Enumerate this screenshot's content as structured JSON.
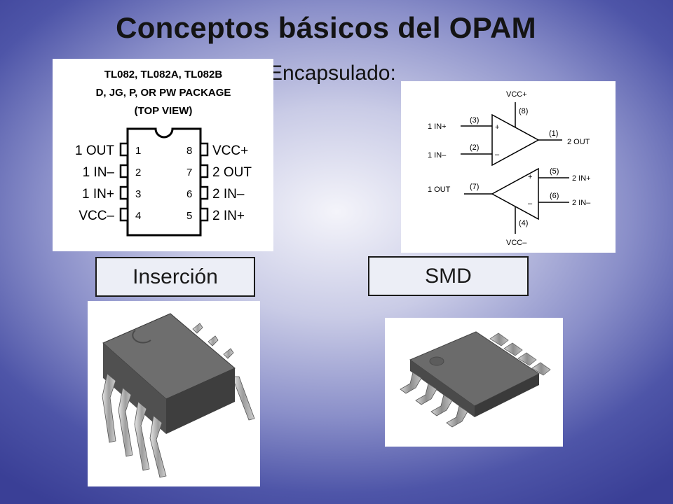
{
  "slide": {
    "title": "Conceptos básicos del OPAM",
    "subtitle": "Encapsulado:"
  },
  "pinout": {
    "header_line1": "TL082, TL082A, TL082B",
    "header_line2": "D, JG, P, OR PW PACKAGE",
    "header_line3": "(TOP VIEW)",
    "left_pins": [
      {
        "num": "1",
        "label": "1 OUT"
      },
      {
        "num": "2",
        "label": "1 IN–"
      },
      {
        "num": "3",
        "label": "1 IN+"
      },
      {
        "num": "4",
        "label": "VCC–"
      }
    ],
    "right_pins": [
      {
        "num": "8",
        "label": "VCC+"
      },
      {
        "num": "7",
        "label": "2 OUT"
      },
      {
        "num": "6",
        "label": "2 IN–"
      },
      {
        "num": "5",
        "label": "2 IN+"
      }
    ]
  },
  "symbol": {
    "vcc_plus": "VCC+",
    "vcc_minus": "VCC–",
    "pin8": "(8)",
    "pin4": "(4)",
    "amp1": {
      "in_plus": "1 IN+",
      "in_plus_pin": "(3)",
      "in_minus": "1 IN–",
      "in_minus_pin": "(2)",
      "out": "2 OUT",
      "out_pin": "(1)"
    },
    "amp2": {
      "in_plus": "2 IN+",
      "in_plus_pin": "(5)",
      "in_minus": "2 IN–",
      "in_minus_pin": "(6)",
      "out": "1 OUT",
      "out_pin": "(7)"
    },
    "plus_sign": "+",
    "minus_sign": "–"
  },
  "labels": {
    "insertion": "Inserción",
    "smd": "SMD"
  }
}
